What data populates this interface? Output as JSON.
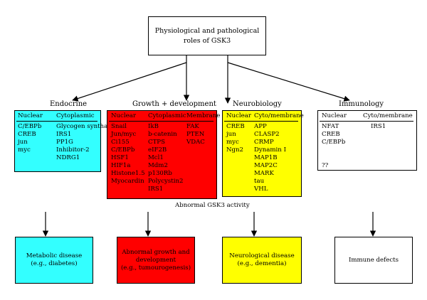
{
  "title": "Physiological and pathological\nroles of GSK3",
  "middle_label": "Abnormal GSK3 activity",
  "colors": {
    "endocrine": "#33ffff",
    "growth": "#ff0000",
    "neuro": "#ffff00",
    "immuno": "#ffffff",
    "line": "#000000"
  },
  "categories": {
    "endocrine": {
      "name": "Endocrine",
      "col1_header": "Nuclear",
      "col2_header": "Cytoplasmic",
      "col1": [
        "C/EBPb",
        "CREB",
        "jun",
        "myc"
      ],
      "col2": [
        "Glycogen synthase",
        "IRS1",
        "PP1G",
        "Inhibitor-2",
        "NDRG1"
      ],
      "outcome": "Metabolic disease\n(e.g., diabetes)"
    },
    "growth": {
      "name": "Growth + development",
      "col1_header": "Nuclear",
      "col2_header": "Cytoplasmic",
      "col3_header": "Membrane",
      "col1": [
        "Snail",
        "Jun/myc",
        "Ci155",
        "C/EBPb",
        "HSF1",
        "HIF1a",
        "Histone1.5",
        "Myocardin"
      ],
      "col2": [
        "IkB",
        "b-catenin",
        "CTPS",
        "eIF2B",
        "Mcl1",
        "Mdm2",
        "p130Rb",
        "Polycystin2",
        "IRS1"
      ],
      "col3": [
        "FAK",
        "PTEN",
        "VDAC"
      ],
      "outcome": "Abnormal growth and\ndevelopment\n(e.g., tumourogenesis)"
    },
    "neuro": {
      "name": "Neurobiology",
      "col1_header": "Nuclear",
      "col2_header": "Cyto/membrane",
      "col1": [
        "CREB",
        "jun",
        "myc",
        "Ngn2"
      ],
      "col2": [
        "APP",
        "CLASP2",
        "CRMP",
        "Dynamin I",
        "MAP1B",
        "MAP2C",
        "MARK",
        "tau",
        "VHL"
      ],
      "outcome": "Neurological disease\n(e.g., dementia)"
    },
    "immuno": {
      "name": "Immunology",
      "col1_header": "Nuclear",
      "col2_header": "Cyto/membrane",
      "col1": [
        "NFAT",
        "CREB",
        "C/EBPb",
        "",
        "",
        "??"
      ],
      "col2": [
        "IRS1"
      ],
      "outcome": "Immune defects"
    }
  }
}
